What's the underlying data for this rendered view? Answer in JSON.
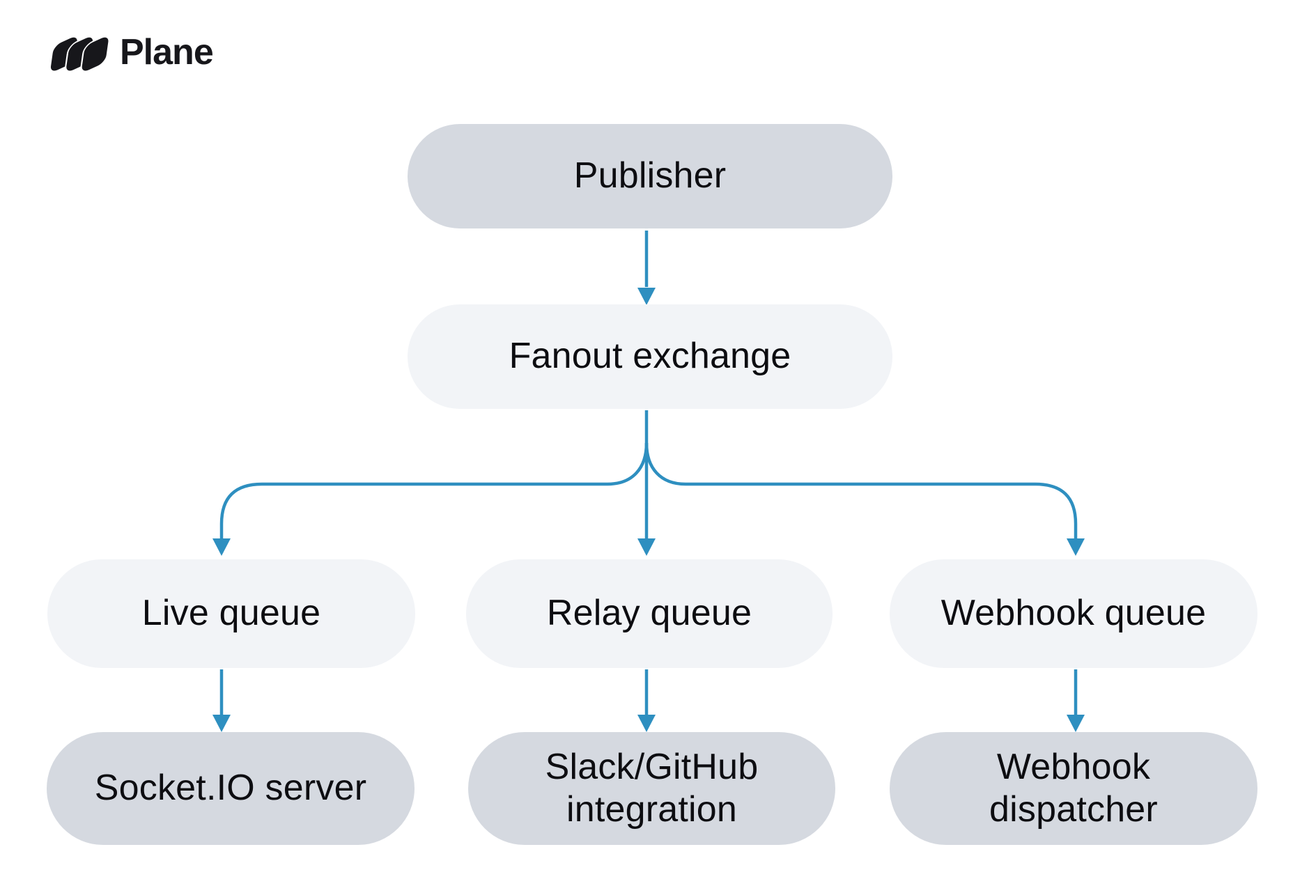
{
  "logo": {
    "text": "Plane"
  },
  "colors": {
    "background": "#FFFFFF",
    "node_dark": "#D5D9E0",
    "node_light": "#F2F4F7",
    "arrow": "#2E8FC0",
    "text": "#0D0D11",
    "logo_text": "#17171B"
  },
  "diagram": {
    "type": "flowchart",
    "nodes": [
      {
        "id": "publisher",
        "label": "Publisher",
        "variant": "dark"
      },
      {
        "id": "fanout-exchange",
        "label": "Fanout exchange",
        "variant": "light"
      },
      {
        "id": "live-queue",
        "label": "Live queue",
        "variant": "light"
      },
      {
        "id": "relay-queue",
        "label": "Relay queue",
        "variant": "light"
      },
      {
        "id": "webhook-queue",
        "label": "Webhook queue",
        "variant": "light"
      },
      {
        "id": "socketio-server",
        "label": "Socket.IO server",
        "variant": "dark"
      },
      {
        "id": "slack-github",
        "label": "Slack/GitHub\nintegration",
        "variant": "dark"
      },
      {
        "id": "webhook-dispatcher",
        "label": "Webhook\ndispatcher",
        "variant": "dark"
      }
    ],
    "edges": [
      {
        "from": "publisher",
        "to": "fanout-exchange"
      },
      {
        "from": "fanout-exchange",
        "to": "live-queue"
      },
      {
        "from": "fanout-exchange",
        "to": "relay-queue"
      },
      {
        "from": "fanout-exchange",
        "to": "webhook-queue"
      },
      {
        "from": "live-queue",
        "to": "socketio-server"
      },
      {
        "from": "relay-queue",
        "to": "slack-github"
      },
      {
        "from": "webhook-queue",
        "to": "webhook-dispatcher"
      }
    ]
  }
}
